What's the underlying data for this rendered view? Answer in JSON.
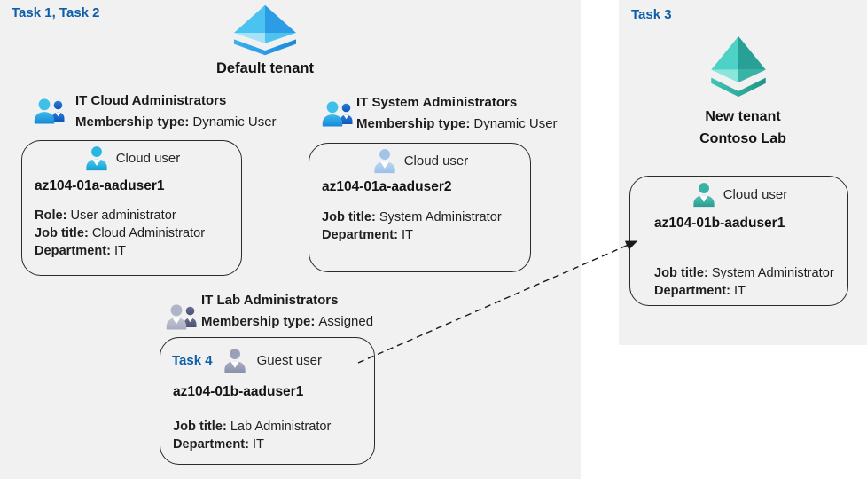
{
  "left_panel": {
    "task_label": "Task 1, Task 2",
    "tenant_name": "Default tenant"
  },
  "right_panel": {
    "task_label": "Task 3",
    "tenant_name_line1": "New tenant",
    "tenant_name_line2": "Contoso Lab"
  },
  "groups": [
    {
      "name": "IT Cloud Administrators",
      "membership_label": "Membership type:",
      "membership_value": "Dynamic User"
    },
    {
      "name": "IT System Administrators",
      "membership_label": "Membership type:",
      "membership_value": "Dynamic User"
    },
    {
      "name": "IT Lab Administrators",
      "membership_label": "Membership type:",
      "membership_value": "Assigned"
    }
  ],
  "users": [
    {
      "type_label": "Cloud user",
      "name": "az104-01a-aaduser1",
      "fields": [
        {
          "label": "Role:",
          "value": "User administrator"
        },
        {
          "label": "Job title:",
          "value": "Cloud Administrator"
        },
        {
          "label": "Department:",
          "value": "IT"
        }
      ]
    },
    {
      "type_label": "Cloud user",
      "name": "az104-01a-aaduser2",
      "fields": [
        {
          "label": "Job title:",
          "value": "System Administrator"
        },
        {
          "label": "Department:",
          "value": "IT"
        }
      ]
    },
    {
      "task_label": "Task 4",
      "type_label": "Guest user",
      "name": "az104-01b-aaduser1",
      "fields": [
        {
          "label": "Job title:",
          "value": "Lab Administrator"
        },
        {
          "label": "Department:",
          "value": "IT"
        }
      ]
    },
    {
      "type_label": "Cloud user",
      "name": "az104-01b-aaduser1",
      "fields": [
        {
          "label": "Job title:",
          "value": "System Administrator"
        },
        {
          "label": "Department:",
          "value": "IT"
        }
      ]
    }
  ],
  "icons": {
    "tenant_blue": "azure-ad-tenant-icon-blue",
    "tenant_teal": "azure-ad-tenant-icon-teal",
    "group_blue": "user-group-icon-blue",
    "group_gray": "user-group-icon-gray",
    "cloud_user_cyan": "person-icon-cyan",
    "cloud_user_steel": "person-icon-steel-blue",
    "guest_user_gray": "person-icon-gray",
    "cloud_user_teal": "person-icon-teal"
  },
  "colors": {
    "panel_background": "#f1f1f2",
    "task_label_blue": "#0f5ea8",
    "text": "#1f1f1f",
    "box_border": "#2b2b2b",
    "azure_blue": "#2d9ce6",
    "azure_teal": "#27a195"
  }
}
